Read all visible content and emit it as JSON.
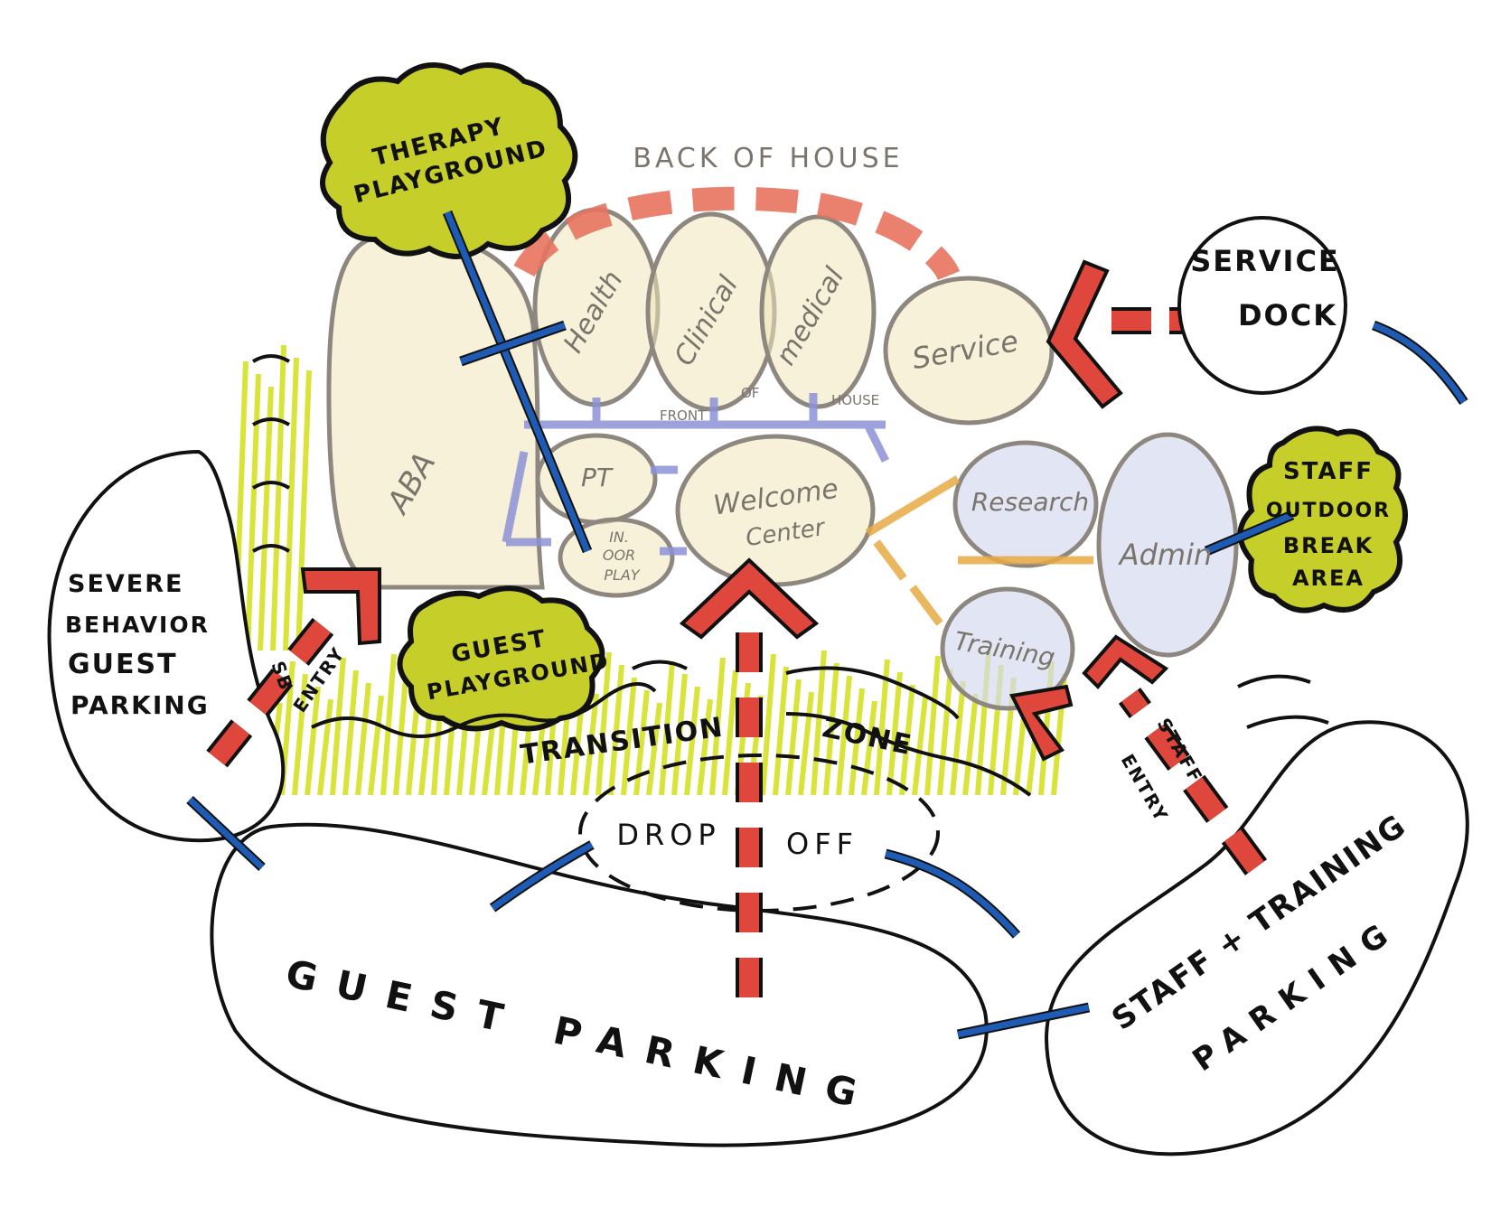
{
  "title": "Site circulation bubble diagram",
  "labels": {
    "therapy_playground": [
      "THERAPY",
      "PLAYGROUND"
    ],
    "back_of_house": "BACK OF HOUSE",
    "front_of_house": [
      "FRONT",
      "OF",
      "HOUSE"
    ],
    "health": "Health",
    "clinical": "Clinical",
    "medical": "medical",
    "service": "Service",
    "service_dock": [
      "SERVICE",
      "DOCK"
    ],
    "aba": "ABA",
    "pt": "PT",
    "in_outdoor_play": [
      "IN.",
      "OOR",
      "PLAY"
    ],
    "welcome_center": [
      "Welcome",
      "Center"
    ],
    "research": "Research",
    "training": "Training",
    "admin": "Admin",
    "staff_outdoor_break_area": [
      "STAFF",
      "OUTDOOR",
      "BREAK",
      "AREA"
    ],
    "severe_behavior_guest_parking": [
      "SEVERE",
      "BEHAVIOR",
      "GUEST",
      "PARKING"
    ],
    "sb_entry": [
      "SB",
      "ENTRY"
    ],
    "guest_playground": [
      "GUEST",
      "PLAYGROUND"
    ],
    "transition": "TRANSITION",
    "zone": "ZONE",
    "drop": "DROP",
    "off": "OFF",
    "staff_entry": [
      "STAFF",
      "ENTRY"
    ],
    "guest_parking": "GUEST PARKING",
    "staff_training_parking": [
      "STAFF + TRAINING",
      "PARKING"
    ]
  },
  "colors": {
    "green_space": "#c6cf2a",
    "vehicle_path": "#e0473c",
    "pedestrian_path": "#1e5bb5",
    "front_of_house_flow": "#8c92d6",
    "staff_flow": "#e7a944"
  }
}
